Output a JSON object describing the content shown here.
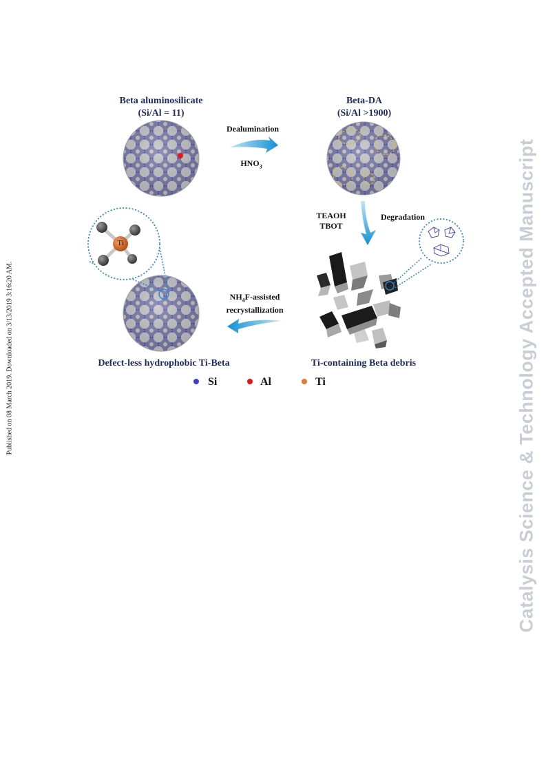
{
  "side_left": "Published on 08 March 2019. Downloaded on 3/13/2019 3:16:20 AM.",
  "side_right": "Catalysis Science & Technology Accepted Manuscript",
  "figure": {
    "beta_title": "Beta aluminosilicate",
    "beta_ratio": "(Si/Al = 11)",
    "beta_da_title": "Beta-DA",
    "beta_da_ratio": "(Si/Al >1900)",
    "step_dealumination": "Dealumination",
    "reagent_hno3": "HNO",
    "reagent_hno3_sub": "3",
    "reagent_teaoh": "TEAOH",
    "reagent_tbot": "TBOT",
    "step_degradation": "Degradation",
    "nh4f_prefix": "NH",
    "nh4f_sub": "4",
    "nh4f_suffix": "F-assisted",
    "recrystallization": "recrystallization",
    "ti_atom": "Ti",
    "label_product": "Defect-less hydrophobic Ti-Beta",
    "label_debris": "Ti-containing Beta debris",
    "legend": [
      {
        "label": "Si",
        "color": "#3a3fd1"
      },
      {
        "label": "Al",
        "color": "#e01818"
      },
      {
        "label": "Ti",
        "color": "#e07a3a"
      }
    ],
    "colors": {
      "arrow": "#1f9fd8",
      "sphere": "#b9b9bd",
      "framework": "#3a3fb8",
      "dashed": "#2f86c8",
      "yellow": "#d8c23a"
    }
  }
}
